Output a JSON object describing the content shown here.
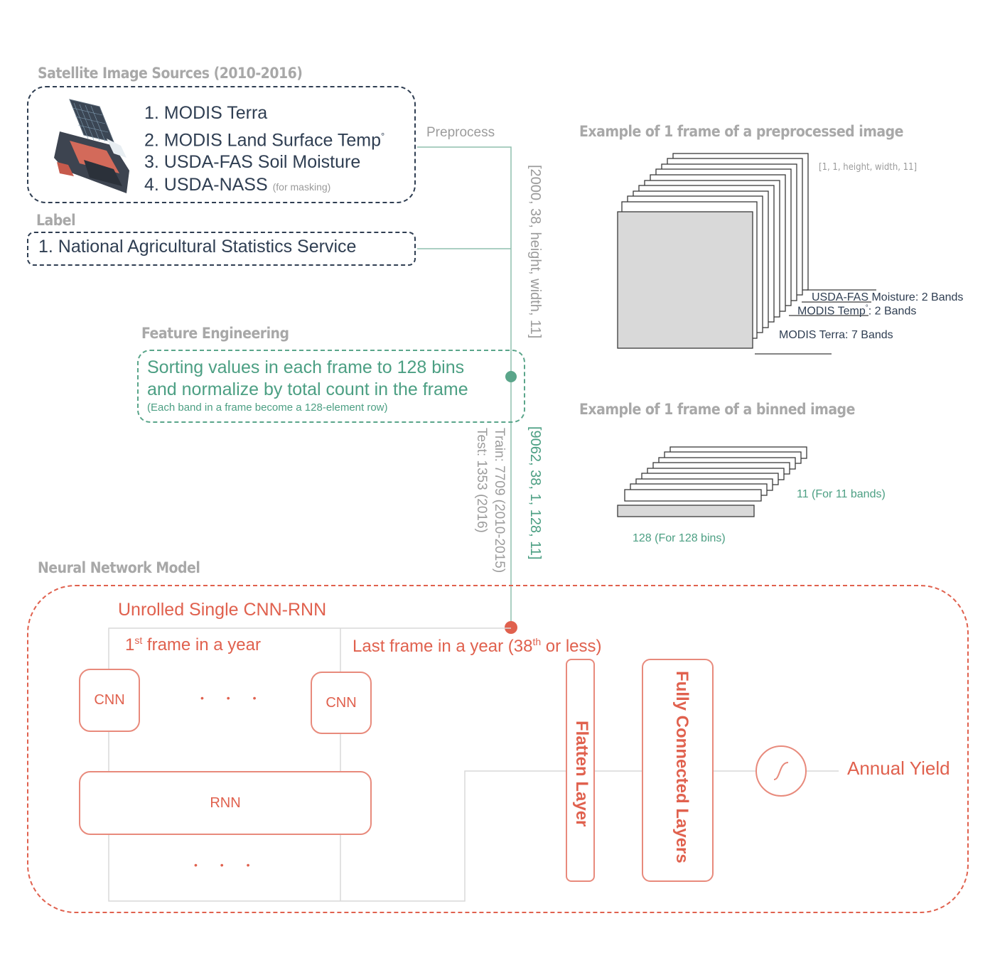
{
  "sources": {
    "header": "Satellite Image Sources (2010-2016)",
    "items": [
      "1. MODIS Terra",
      "2. MODIS Land Surface Temp",
      "3. USDA-FAS Soil Moisture",
      "4. USDA-NASS"
    ],
    "temp_degree": "°",
    "masking_note": "(for masking)"
  },
  "label": {
    "header": "Label",
    "item": "1. National Agricultural Statistics Service"
  },
  "preprocess": {
    "label": "Preprocess",
    "shape": "[2000, 38, height, width, 11]"
  },
  "feature_engineering": {
    "header": "Feature Engineering",
    "line1": "Sorting values in each frame to 128 bins",
    "line2": "and normalize by total count in the frame",
    "note": "(Each band in a frame become a 128-element row)",
    "shape": "[9062, 38, 1, 128, 11]",
    "train": "Train: 7709 (2010-2015)",
    "test": "Test: 1353 (2016)"
  },
  "preprocessed_example": {
    "header": "Example of 1 frame of a preprocessed image",
    "dims": "[1, 1, height, width, 11]",
    "moisture": "USDA-FAS Moisture: 2 Bands",
    "temp_name": "MODIS Temp",
    "temp_degree": "°",
    "temp_bands": ": 2 Bands",
    "terra": "MODIS Terra: 7 Bands"
  },
  "binned_example": {
    "header": "Example of 1 frame of a binned image",
    "bands_label": "11 (For 11 bands)",
    "bins_label": "128 (For 128 bins)"
  },
  "model": {
    "header": "Neural Network Model",
    "title": "Unrolled Single CNN-RNN",
    "first_frame_num": "1",
    "first_frame_sup": "st",
    "first_frame_rest": " frame in a year",
    "last_frame_pre": "Last frame in a year (38",
    "last_frame_sup": "th",
    "last_frame_post": " or less)",
    "cnn1": "CNN",
    "cnn2": "CNN",
    "ellipsis_top": "• • •",
    "rnn": "RNN",
    "ellipsis_bottom": "• • •",
    "flatten": "Flatten Layer",
    "fully_connected": "Fully Connected Layers",
    "output": "Annual Yield"
  },
  "colors": {
    "navy": "#2f3e52",
    "teal": "#4c9f83",
    "red": "#e0614e",
    "grey": "#a8a8a8"
  }
}
